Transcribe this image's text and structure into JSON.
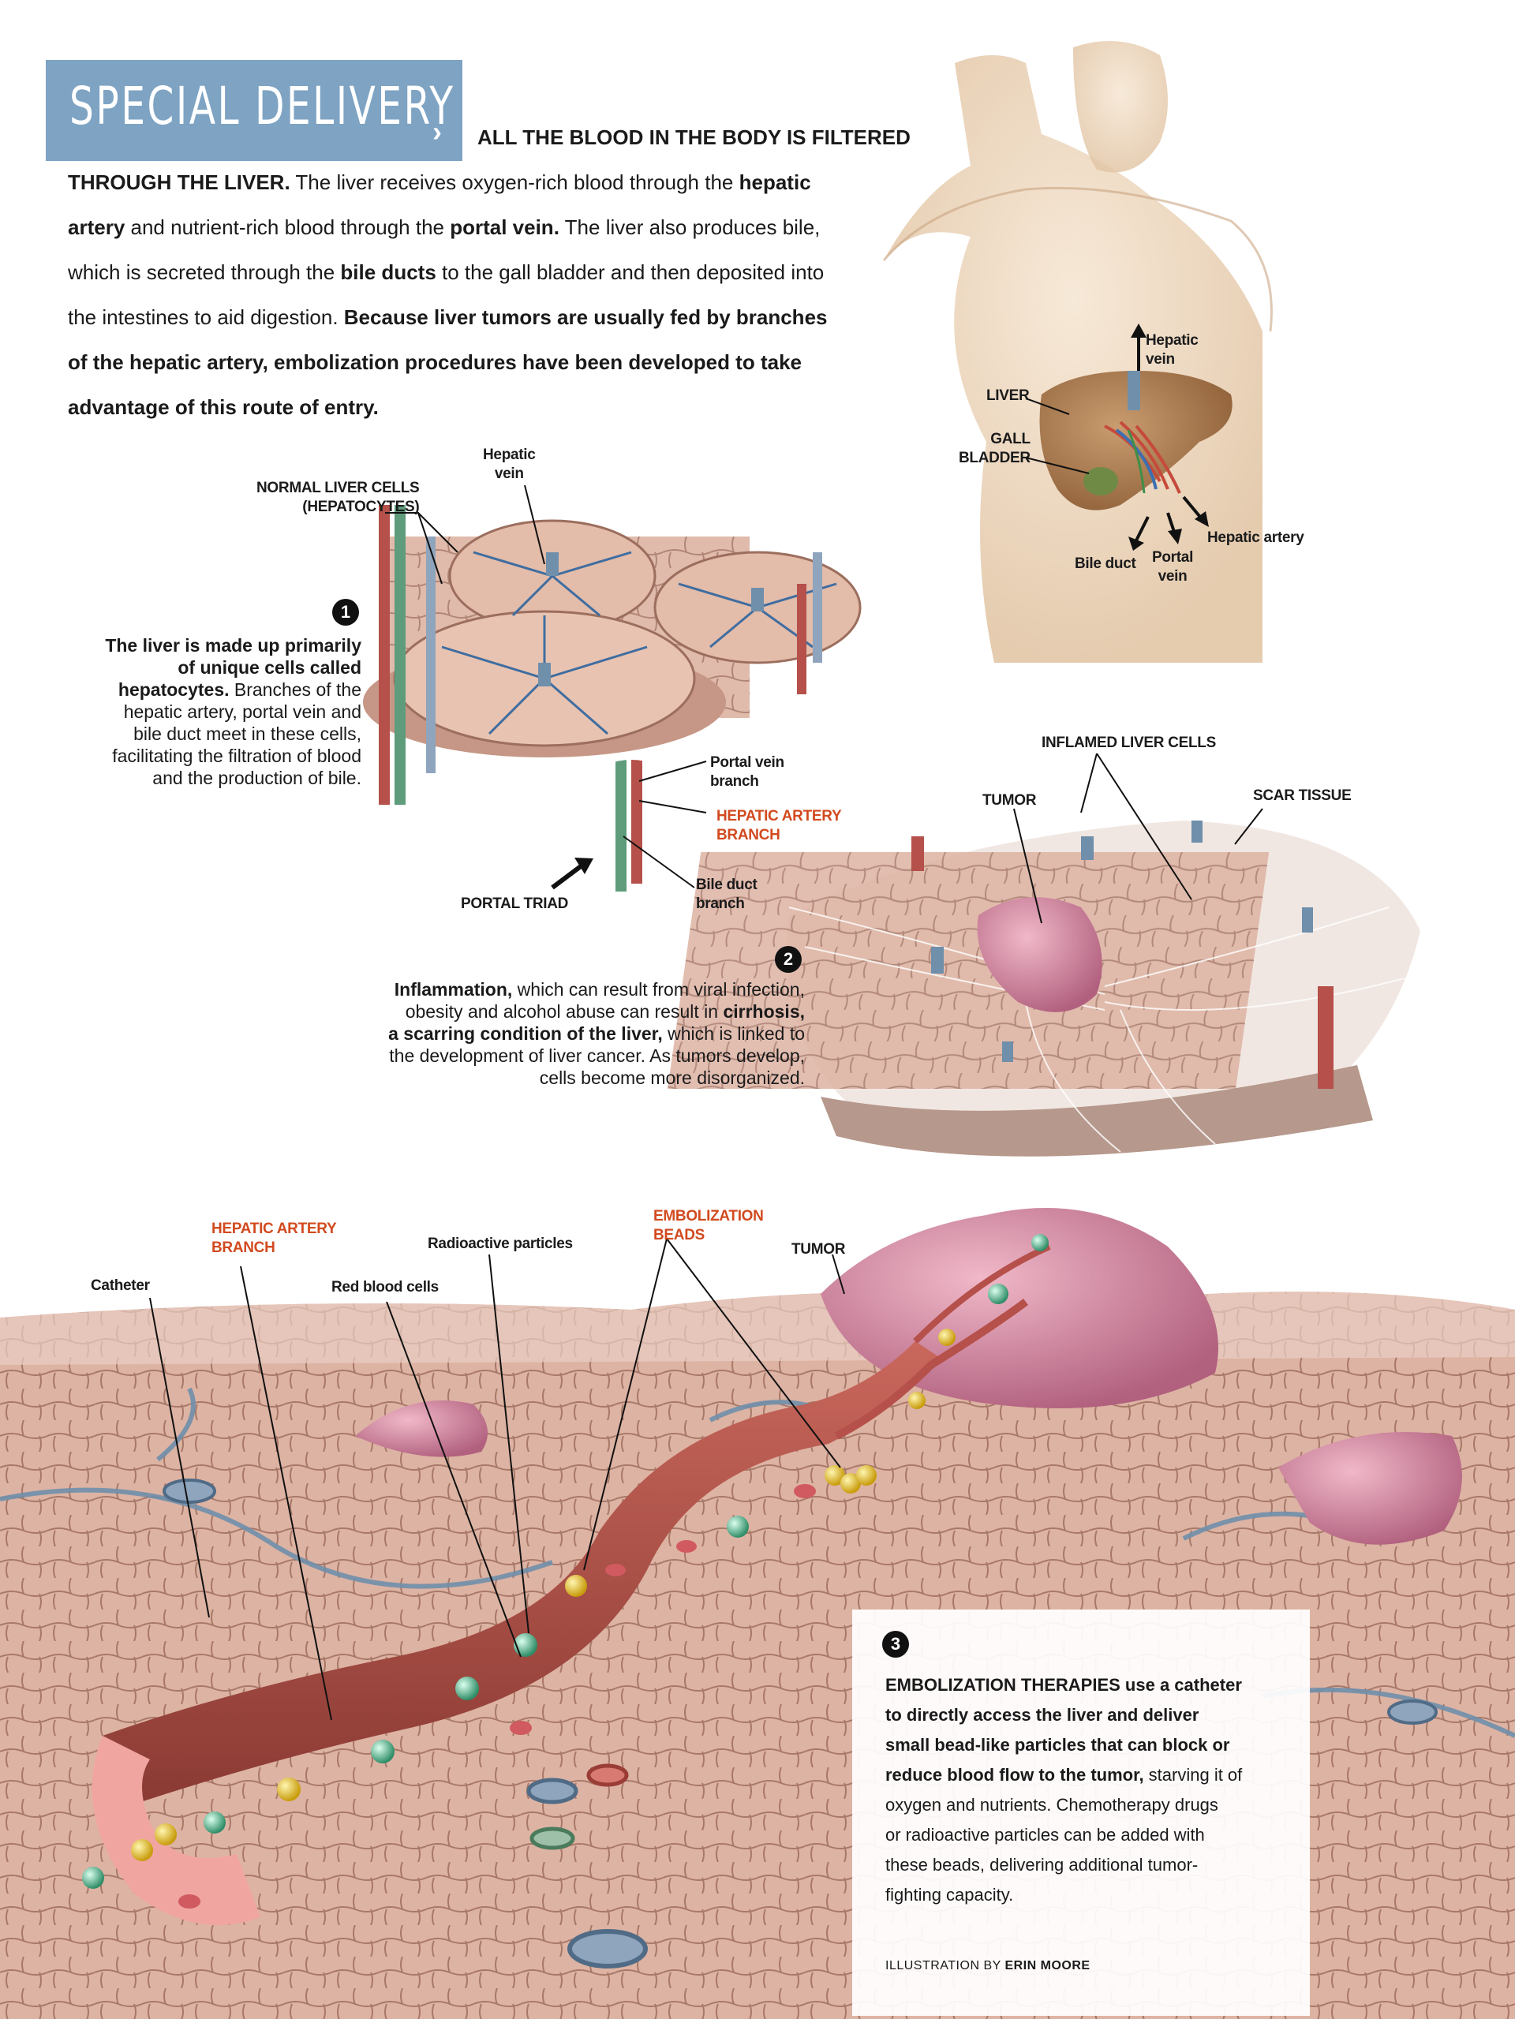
{
  "title": "SPECIAL DELIVERY",
  "title_arrow": "›",
  "intro": {
    "lead": "ALL THE BLOOD IN THE BODY IS FILTERED",
    "lead2": "THROUGH THE LIVER.",
    "t1": " The liver receives oxygen-rich blood through the ",
    "b1": "hepatic",
    "b1b": "artery",
    "t2": " and nutrient-rich blood through the ",
    "b2": "portal vein.",
    "t3": " The liver also produces bile,",
    "t4": "which is secreted through the ",
    "b3": "bile ducts",
    "t5": " to the gall bladder and then deposited into",
    "t6": "the intestines to aid digestion. ",
    "b4": "Because liver tumors are usually fed by branches",
    "b5": "of the hepatic artery, embolization procedures have been developed to take",
    "b6": "advantage of this route of entry."
  },
  "body_figure": {
    "hepatic_vein": "Hepatic\nvein",
    "liver": "LIVER",
    "gall_bladder": "GALL\nBLADDER",
    "hepatic_artery": "Hepatic artery",
    "bile_duct": "Bile duct",
    "portal_vein": "Portal\nvein"
  },
  "section1": {
    "number": "1",
    "label_hepatic_vein": "Hepatic\nvein",
    "label_normal_cells": "NORMAL LIVER CELLS\n(HEPATOCYTES)",
    "label_portal_vein_branch": "Portal vein\nbranch",
    "label_hepatic_artery_branch": "HEPATIC ARTERY\nBRANCH",
    "label_bile_duct_branch": "Bile duct\nbranch",
    "label_portal_triad": "PORTAL TRIAD",
    "text_b1": "The liver is made up primarily",
    "text_b2": "of unique cells called",
    "text_b3": "hepatocytes.",
    "text_1": " Branches of the",
    "text_2": "hepatic artery, portal vein and",
    "text_3": "bile duct meet in these cells,",
    "text_4": "facilitating the filtration of blood",
    "text_5": "and the production of bile."
  },
  "section2": {
    "number": "2",
    "label_inflamed": "INFLAMED LIVER CELLS",
    "label_tumor": "TUMOR",
    "label_scar": "SCAR TISSUE",
    "text_b1": "Inflammation,",
    "text_1": " which can result from viral infection,",
    "text_2": "obesity and alcohol abuse can result in ",
    "text_b2": "cirrhosis,",
    "text_b3": "a scarring condition of the liver,",
    "text_3": " which is linked to",
    "text_4": "the development of liver cancer. As tumors develop,",
    "text_5": "cells become more disorganized."
  },
  "section3": {
    "number": "3",
    "label_catheter": "Catheter",
    "label_hepatic_artery_branch": "HEPATIC ARTERY\nBRANCH",
    "label_red_blood_cells": "Red blood cells",
    "label_radioactive": "Radioactive particles",
    "label_beads": "EMBOLIZATION\nBEADS",
    "label_tumor": "TUMOR",
    "text_b1": "EMBOLIZATION THERAPIES use a catheter",
    "text_b2": "to directly access the liver and deliver",
    "text_b3": "small bead-like particles that can block or",
    "text_b4": "reduce blood flow to the tumor,",
    "text_1": " starving it of",
    "text_2": "oxygen and nutrients. Chemotherapy drugs",
    "text_3": "or radioactive particles can be added with",
    "text_4": "these beads, delivering additional tumor-",
    "text_5": "fighting capacity.",
    "credit_prefix": "ILLUSTRATION BY ",
    "credit_name": "ERIN MOORE"
  },
  "colors": {
    "banner": "#7ea3c3",
    "accent_red": "#d24a1f",
    "tissue": "#d9a99a",
    "artery": "#b5504a",
    "vein": "#6f8fab",
    "bead_yellow": "#e8c21c",
    "bead_green": "#4fb28a"
  }
}
